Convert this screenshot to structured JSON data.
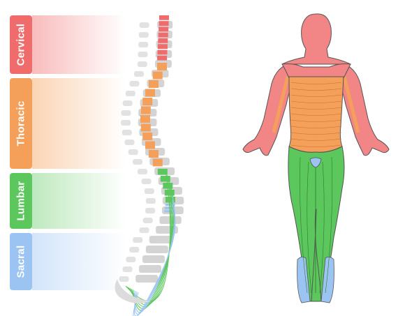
{
  "regions": [
    {
      "key": "cervical",
      "label": "Cervical",
      "color": "#f06b6b",
      "fade": "rgba(240,107,107,0.45)"
    },
    {
      "key": "thoracic",
      "label": "Thoracic",
      "color": "#f5a05a",
      "fade": "rgba(245,160,90,0.45)"
    },
    {
      "key": "lumbar",
      "label": "Lumbar",
      "color": "#5cc75c",
      "fade": "rgba(92,199,92,0.40)"
    },
    {
      "key": "sacral",
      "label": "Sacral",
      "color": "#9cc4f2",
      "fade": "rgba(156,196,242,0.45)"
    }
  ],
  "colors": {
    "spine_gray": "#d4d4d4",
    "outline": "#555555",
    "skin_head": "#f28585"
  }
}
